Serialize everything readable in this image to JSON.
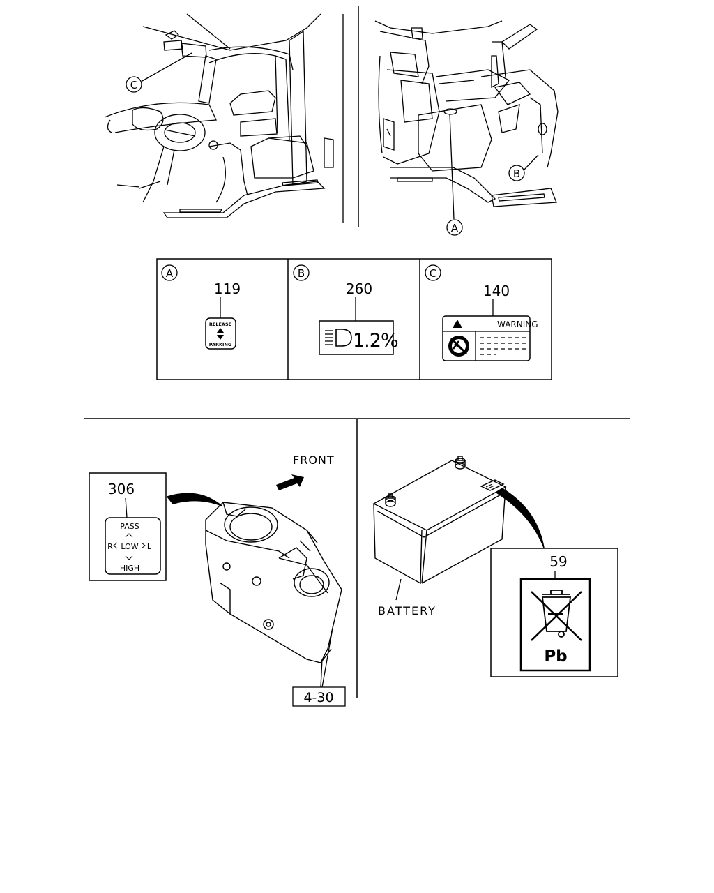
{
  "callouts": {
    "a": "A",
    "b": "B",
    "c": "C"
  },
  "label_boxes": {
    "a": {
      "letter": "A",
      "part_no": "119",
      "release": "RELEASE",
      "parking": "PARKING"
    },
    "b": {
      "letter": "B",
      "part_no": "260",
      "percent": "1.2%"
    },
    "c": {
      "letter": "C",
      "part_no": "140",
      "warning": "WARNING"
    }
  },
  "dimmer_label": {
    "part_no": "306",
    "pass": "PASS",
    "r": "R",
    "low": "LOW",
    "l": "L",
    "high": "HIGH"
  },
  "front_text": "FRONT",
  "ref_box": "4-30",
  "battery": {
    "text": "BATTERY",
    "part_no": "59",
    "pb": "Pb"
  }
}
